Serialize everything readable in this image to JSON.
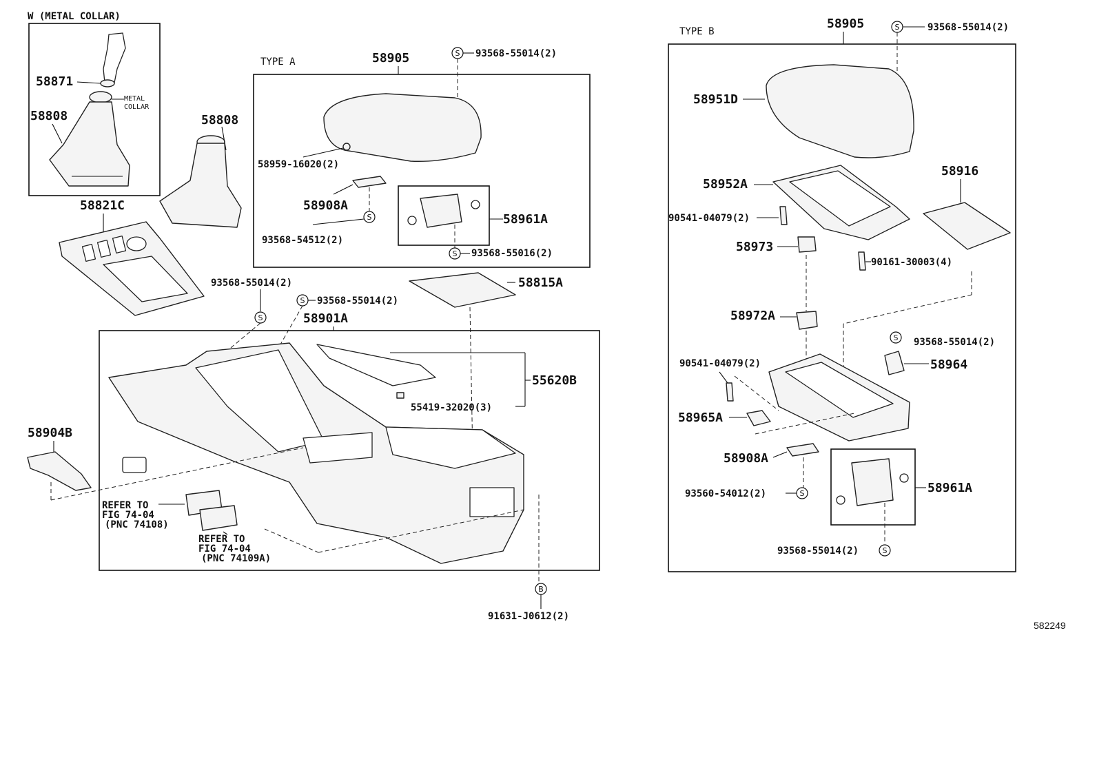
{
  "left_section": {
    "title": "W (METAL  COLLAR)",
    "knob_part": "58871",
    "boot_part": "58808",
    "metal_collar": "METAL\nCOLLAR",
    "metal_collar_line1": "METAL",
    "metal_collar_line2": "COLLAR",
    "boot_part_2": "58808",
    "panel_part": "58821C",
    "end_cover_part": "58904B"
  },
  "type_a": {
    "title": "TYPE A",
    "lid_part": "58905",
    "screw_top": "93568-55014(2)",
    "clip_part": "58959-16020(2)",
    "hinge_part": "58908A",
    "hinge_screw": "93568-54512(2)",
    "lock_part": "58961A",
    "lock_screw": "93568-55016(2)"
  },
  "console": {
    "screw_a": "93568-55014(2)",
    "screw_b": "93568-55014(2)",
    "body_part": "58901A",
    "mat_part": "58815A",
    "group_part": "55620B",
    "clip_part": "55419-32020(3)",
    "refer_1_line1": "REFER TO",
    "refer_1_line2": "FIG 74-04",
    "refer_1_line3": "(PNC 74108)",
    "refer_2_line1": "REFER TO",
    "refer_2_line2": "FIG 74-04",
    "refer_2_line3": "(PNC 74109A)",
    "bolt_part": "91631-J0612(2)",
    "bolt_circle": "B"
  },
  "type_b": {
    "title": "TYPE B",
    "lid_part": "58905",
    "screw_top": "93568-55014(2)",
    "pad_part": "58951D",
    "inner_part": "58952A",
    "mat_part": "58916",
    "pin_part": "90541-04079(2)",
    "catch_part": "58973",
    "screw_part": "90161-30003(4)",
    "latch_part": "58972A",
    "screw_mid": "93568-55014(2)",
    "bracket_part": "58964",
    "pin_part_2": "90541-04079(2)",
    "stop_part": "58965A",
    "hinge_part": "58908A",
    "hinge_screw": "93560-54012(2)",
    "lock_part": "58961A",
    "lock_screw": "93568-55014(2)"
  },
  "screw_symbol": "S",
  "figure_code": "582249"
}
